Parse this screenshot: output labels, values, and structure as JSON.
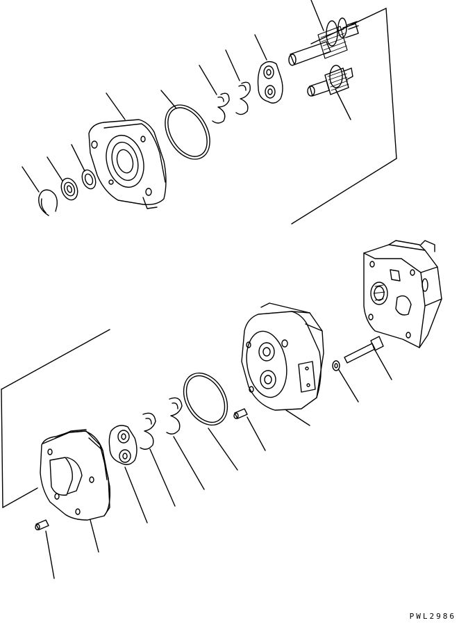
{
  "drawing": {
    "reference_code": "PWL2986",
    "line_color": "#000000",
    "background": "#ffffff"
  },
  "parts": [
    {
      "name": "drive-gear-shaft"
    },
    {
      "name": "driven-gear-shaft"
    },
    {
      "name": "side-plate-upper"
    },
    {
      "name": "seal-rings-upper"
    },
    {
      "name": "backup-rings-upper"
    },
    {
      "name": "o-ring-upper"
    },
    {
      "name": "front-cover"
    },
    {
      "name": "washer"
    },
    {
      "name": "oil-seal"
    },
    {
      "name": "snap-ring"
    },
    {
      "name": "rear-pump-body"
    },
    {
      "name": "bolt"
    },
    {
      "name": "spring-washer"
    },
    {
      "name": "center-body"
    },
    {
      "name": "dowel-pin-center"
    },
    {
      "name": "o-ring-lower"
    },
    {
      "name": "backup-rings-lower"
    },
    {
      "name": "seal-rings-lower"
    },
    {
      "name": "side-plate-lower"
    },
    {
      "name": "gear-case"
    },
    {
      "name": "dowel-pin-lower"
    }
  ]
}
